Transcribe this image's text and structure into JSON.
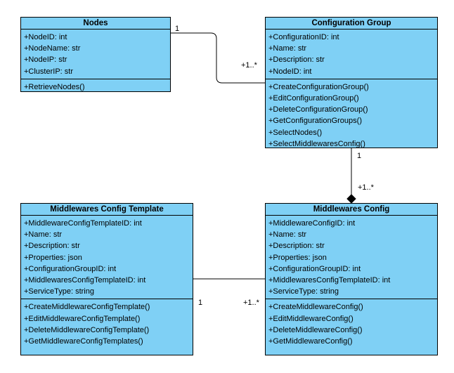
{
  "classes": {
    "nodes": {
      "title": "Nodes",
      "attributes": [
        "+NodeID: int",
        "+NodeName: str",
        "+NodeIP: str",
        "+ClusterIP: str"
      ],
      "methods": [
        "+RetrieveNodes()"
      ]
    },
    "configuration_group": {
      "title": "Configuration Group",
      "attributes": [
        "+ConfigurationID: int",
        "+Name: str",
        "+Description: str",
        "+NodeID: int"
      ],
      "methods": [
        "+CreateConfigurationGroup()",
        "+EditConfigurationGroup()",
        "+DeleteConfigurationGroup()",
        "+GetConfigurationGroups()",
        "+SelectNodes()",
        "+SelectMiddlewaresConfig()"
      ]
    },
    "middlewares_config_template": {
      "title": "Middlewares Config Template",
      "attributes": [
        "+MiddlewareConfigTemplateID: int",
        "+Name: str",
        "+Description: str",
        "+Properties: json",
        "+ConfigurationGroupID: int",
        "+MiddlewaresConfigTemplateID: int",
        "+ServiceType: string"
      ],
      "methods": [
        "+CreateMiddlewareConfigTemplate()",
        "+EditMiddlewareConfigTemplate()",
        "+DeleteMiddlewareConfigTemplate()",
        "+GetMiddlewareConfigTemplates()"
      ]
    },
    "middlewares_config": {
      "title": "Middlewares Config",
      "attributes": [
        "+MiddlewareConfigID: int",
        "+Name: str",
        "+Description: str",
        "+Properties: json",
        "+ConfigurationGroupID: int",
        "+MiddlewaresConfigTemplateID: int",
        "+ServiceType: string"
      ],
      "methods": [
        "+CreateMiddlewareConfig()",
        "+EditMiddlewareConfig()",
        "+DeleteMiddlewareConfig()",
        "+GetMiddlewareConfig()"
      ]
    }
  },
  "associations": {
    "nodes_to_group": {
      "from_mult": "1",
      "to_mult": "+1..*"
    },
    "group_to_config": {
      "from_mult": "1",
      "to_mult": "+1..*"
    },
    "template_to_config": {
      "from_mult": "1",
      "to_mult": "+1..*"
    }
  },
  "colors": {
    "class_fill": "#7fd0f5",
    "border": "#000000"
  }
}
